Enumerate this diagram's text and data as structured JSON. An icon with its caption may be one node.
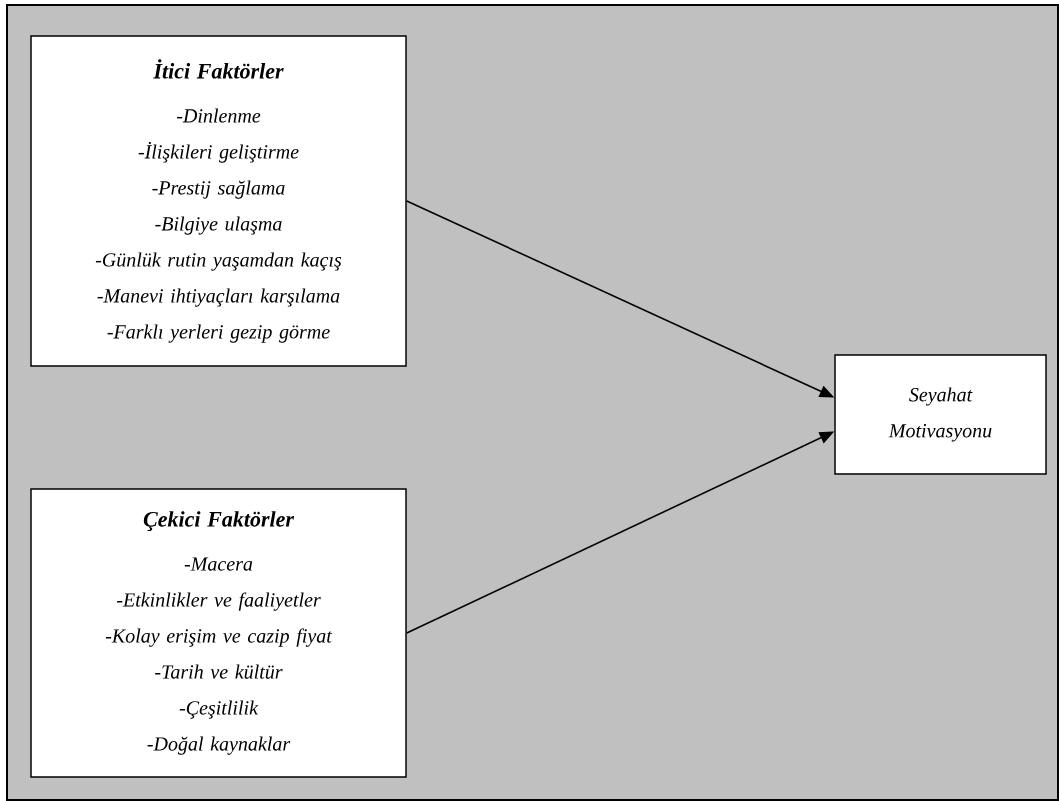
{
  "diagram": {
    "nodes": [
      {
        "text": [
          "İtici Faktörler",
          "-Dinlenme",
          "-İlişkileri geliştirme",
          "-Prestij sağlama",
          "-Bilgiye ulaşma",
          "-Günlük rutin yaşamdan kaçış",
          "-Manevi ihtiyaçları karşılama",
          "-Farklı yerleri gezip görme"
        ]
      },
      {
        "text": [
          "Çekici Faktörler",
          "-Macera",
          "-Etkinlikler ve faaliyetler",
          "-Kolay erişim ve cazip fiyat",
          "-Tarih ve kültür",
          "-Çeşitlilik",
          "-Doğal kaynaklar"
        ]
      },
      {
        "text": [
          "Seyahat Motivasyonu"
        ]
      }
    ],
    "edges": [
      {
        "from": 0,
        "to": 2,
        "arrow": "to"
      },
      {
        "from": 1,
        "to": 2,
        "arrow": "to"
      }
    ]
  }
}
